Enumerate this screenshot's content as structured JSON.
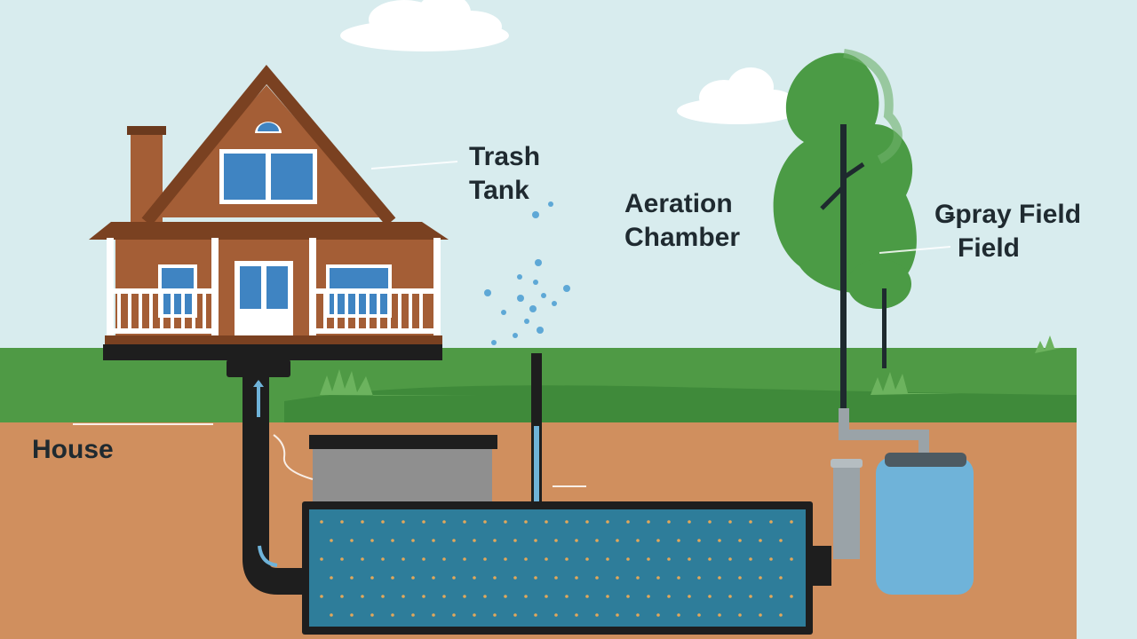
{
  "labels": {
    "trash_tank": {
      "line1": "Trash",
      "line2": "Tank"
    },
    "aeration_chamber": {
      "line1": "Aeration",
      "line2": "Chamber"
    },
    "spray_field": {
      "line1": "Ǥpray Field",
      "line2": "Field"
    },
    "house": "House"
  },
  "colors": {
    "sky": "#d8ecee",
    "grass": "#4f9a45",
    "soil": "#d08f5e",
    "tank_water": "#2e7d9a",
    "pipe": "#1e1e1e",
    "pump_tank": "#6fb3d9",
    "house_wall": "#a45e36",
    "roof": "#7a4121",
    "tree": "#4b9b45"
  }
}
